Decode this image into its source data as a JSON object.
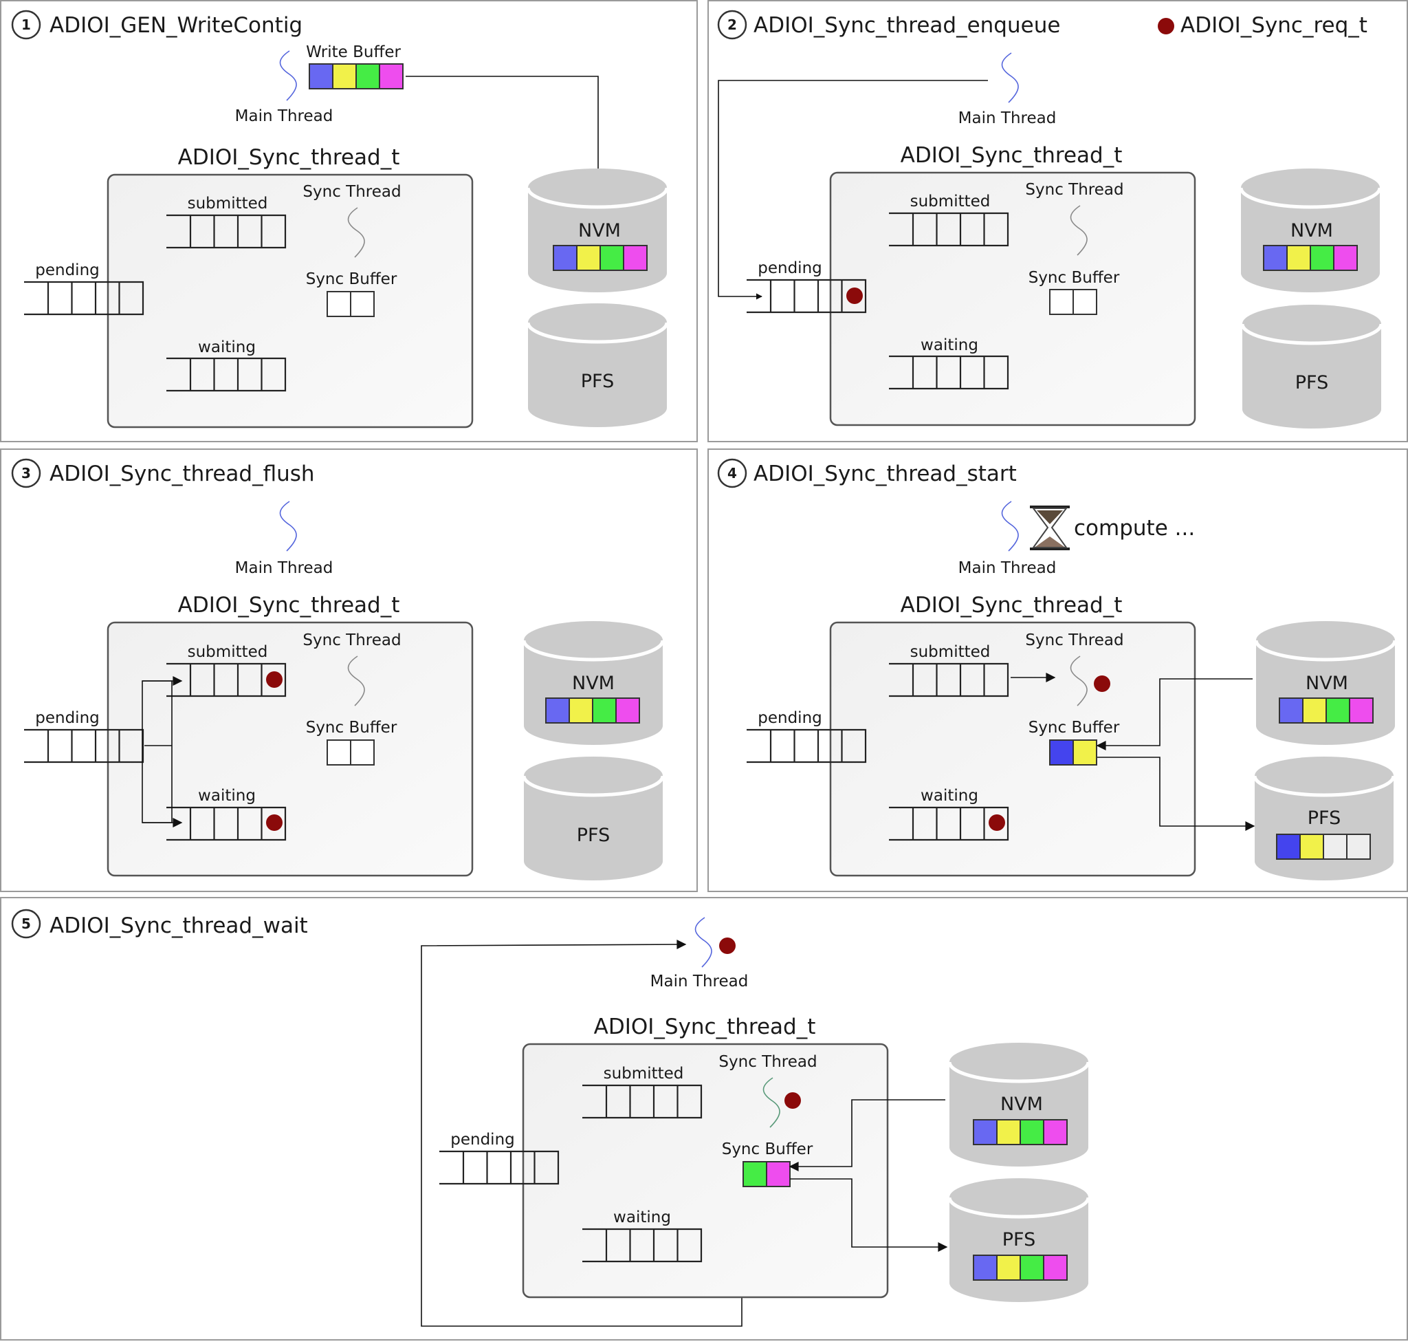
{
  "colors": {
    "blue": "#6868f2",
    "blue_dark": "#4444ee",
    "yellow": "#f1f14a",
    "green": "#45ec45",
    "magenta": "#ee4dee",
    "gray_cell": "#eeeeee",
    "request": "#8b0a0a",
    "db": "#cbcbcb",
    "thread_main": "#5566dd",
    "thread_sync": "#8a8a8a",
    "thread_sync_active": "#5a9a7a"
  },
  "legend": {
    "label": "ADIOI_Sync_req_t"
  },
  "panels": [
    {
      "number": "1",
      "title": "ADIOI_GEN_WriteContig",
      "main_thread": "Main Thread",
      "write_buffer": "Write Buffer",
      "struct": "ADIOI_Sync_thread_t",
      "submitted": "submitted",
      "sync_thread": "Sync Thread",
      "sync_buffer": "Sync Buffer",
      "pending": "pending",
      "waiting": "waiting",
      "nvm": "NVM",
      "pfs": "PFS"
    },
    {
      "number": "2",
      "title": "ADIOI_Sync_thread_enqueue",
      "main_thread": "Main Thread",
      "struct": "ADIOI_Sync_thread_t",
      "submitted": "submitted",
      "sync_thread": "Sync Thread",
      "sync_buffer": "Sync Buffer",
      "pending": "pending",
      "waiting": "waiting",
      "nvm": "NVM",
      "pfs": "PFS"
    },
    {
      "number": "3",
      "title": "ADIOI_Sync_thread_flush",
      "main_thread": "Main Thread",
      "struct": "ADIOI_Sync_thread_t",
      "submitted": "submitted",
      "sync_thread": "Sync Thread",
      "sync_buffer": "Sync Buffer",
      "pending": "pending",
      "waiting": "waiting",
      "nvm": "NVM",
      "pfs": "PFS"
    },
    {
      "number": "4",
      "title": "ADIOI_Sync_thread_start",
      "main_thread": "Main Thread",
      "compute": "compute ...",
      "struct": "ADIOI_Sync_thread_t",
      "submitted": "submitted",
      "sync_thread": "Sync Thread",
      "sync_buffer": "Sync Buffer",
      "pending": "pending",
      "waiting": "waiting",
      "nvm": "NVM",
      "pfs": "PFS"
    },
    {
      "number": "5",
      "title": "ADIOI_Sync_thread_wait",
      "main_thread": "Main Thread",
      "struct": "ADIOI_Sync_thread_t",
      "submitted": "submitted",
      "sync_thread": "Sync Thread",
      "sync_buffer": "Sync Buffer",
      "pending": "pending",
      "waiting": "waiting",
      "nvm": "NVM",
      "pfs": "PFS"
    }
  ]
}
